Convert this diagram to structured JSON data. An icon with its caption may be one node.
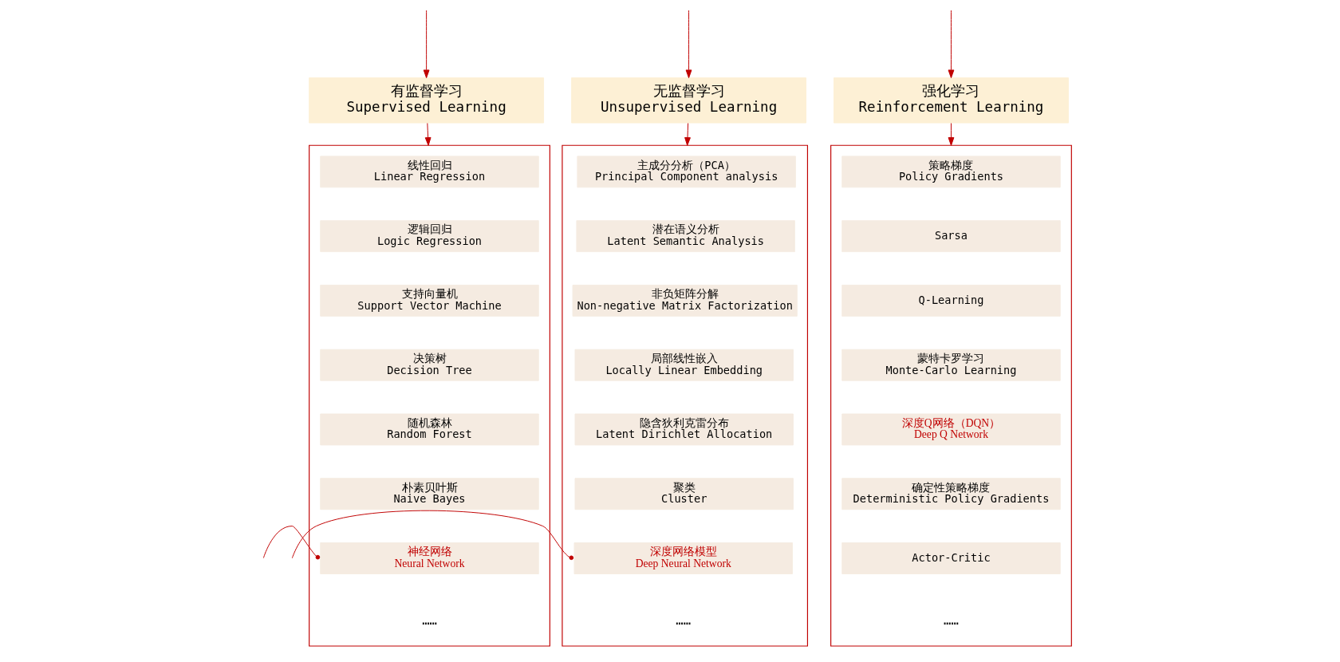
{
  "diagram": {
    "nodes": [
      {
        "text": [
          "有监督学习",
          "Supervised Learning"
        ]
      },
      {
        "text": [
          "无监督学习",
          "Unsupervised Learning"
        ]
      },
      {
        "text": [
          "强化学习",
          "Reinforcement Learning"
        ]
      },
      {
        "text": [],
        "shape": "box"
      },
      {
        "text": [
          "线性回归",
          "Linear Regression"
        ],
        "in": 3
      },
      {
        "text": [
          "逻辑回归",
          "Logic Regression"
        ],
        "in": 3
      },
      {
        "text": [
          "支持向量机",
          "Support Vector Machine"
        ],
        "in": 3
      },
      {
        "text": [
          "决策树",
          "Decision Tree"
        ],
        "in": 3
      },
      {
        "text": [
          "随机森林",
          "Random Forest"
        ],
        "in": 3
      },
      {
        "text": [
          "朴素贝叶斯",
          "Naive Bayes"
        ],
        "in": 3
      },
      {
        "text": [
          "神经网络",
          "Neural Network"
        ],
        "in": 3
      },
      {
        "text": [],
        "shape": "box"
      },
      {
        "text": [
          "主成分分析（PCA）",
          "Principal Component analysis"
        ],
        "in": 11
      },
      {
        "text": [
          "潜在语义分析",
          "Latent Semantic Analysis"
        ],
        "in": 11
      },
      {
        "text": [
          "非负矩阵分解",
          "Non-negative Matrix Factorization"
        ],
        "in": 11
      },
      {
        "text": [
          "局部线性嵌入",
          "Locally Linear Embedding"
        ],
        "in": 11
      },
      {
        "text": [
          "隐含狄利克雷分布",
          "Latent Dirichlet Allocation"
        ],
        "in": 11
      },
      {
        "text": [
          "聚类",
          "Cluster"
        ],
        "in": 11
      },
      {
        "text": [
          "深度网络模型",
          "Deep Neural Network"
        ],
        "in": 11
      },
      {
        "text": [],
        "shape": "box"
      },
      {
        "text": [
          "策略梯度",
          "Policy Gradients"
        ],
        "in": 19
      },
      {
        "text": [
          "Sarsa"
        ],
        "in": 19
      },
      {
        "text": [
          "Q-Learning"
        ],
        "in": 19
      },
      {
        "text": [
          "蒙特卡罗学习",
          "Monte-Carlo Learning"
        ],
        "in": 19
      },
      {
        "text": [
          "深度Q网络（DQN）",
          "Deep Q Network"
        ],
        "in": 19
      },
      {
        "text": [
          "确定性策略梯度",
          "Deterministic Policy Gradients"
        ],
        "in": 19
      },
      {
        "text": [
          "Actor-Critic"
        ],
        "in": 19
      }
    ],
    "edges": [
      {
        "from": null,
        "to": 0,
        "arrow": "to"
      },
      {
        "from": null,
        "to": 1,
        "arrow": "to"
      },
      {
        "from": null,
        "to": 2,
        "arrow": "to"
      },
      {
        "from": 0,
        "to": 3,
        "arrow": "to"
      },
      {
        "from": 1,
        "to": 11,
        "arrow": "to"
      },
      {
        "from": 2,
        "to": 19,
        "arrow": "to"
      },
      {
        "from": 10,
        "to": null,
        "arrow": "other"
      },
      {
        "from": 18,
        "to": null,
        "arrow": "other"
      }
    ],
    "labels": [
      "……",
      "……",
      "……"
    ]
  }
}
